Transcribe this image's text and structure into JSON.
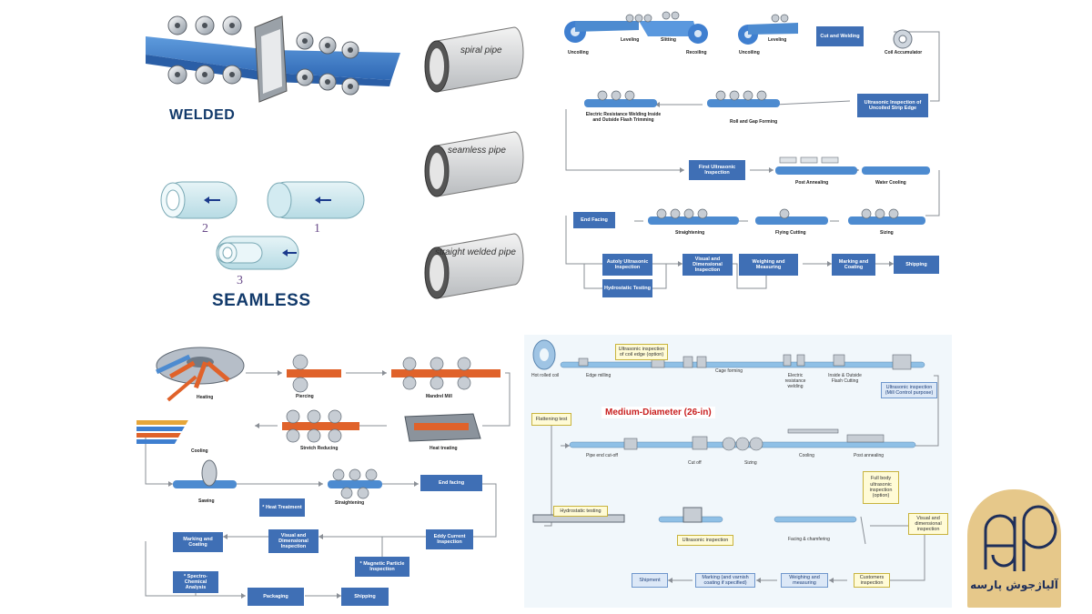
{
  "welded_seamless": {
    "welded_title": "WELDED",
    "seamless_title": "SEAMLESS",
    "num_1": "1",
    "num_2": "2",
    "num_3": "3"
  },
  "pipe_types": {
    "spiral": "spiral pipe",
    "seamless": "seamless pipe",
    "straight": "straight welded pipe"
  },
  "erw": {
    "uncoiling": "Uncoiling",
    "leveling1": "Leveling",
    "slitting": "Slitting",
    "recoiling": "Recoiling",
    "uncoiling2": "Uncoiling",
    "leveling2": "Leveling",
    "cut_welding": "Cut and Welding",
    "coil_accum": "Coil Accumulator",
    "ultra_strip": "Ultrasonic Inspection of Uncoiled Strip Edge",
    "roll_gap": "Roll and Gap Forming",
    "erw_weld": "Electric Resistance Welding Inside and Outside Flash Trimming",
    "first_ut": "First Ultrasonic Inspection",
    "post_anneal": "Post Annealing",
    "water_cool": "Water Cooling",
    "end_facing": "End Facing",
    "straighten": "Straightening",
    "flying_cut": "Flying Cutting",
    "sizing": "Sizing",
    "autoUT": "Autoly Ultrasonic Inspection",
    "hydro": "Hydrostatic Testing",
    "visual_dim": "Visual and Dimensional Inspection",
    "weigh": "Weighing and Measuring",
    "mark_coat": "Marking and Coating",
    "ship": "Shipping"
  },
  "seamless_flow": {
    "heating": "Heating",
    "piercing": "Piercing",
    "mandrel": "Mandrel Mill",
    "heat_treat": "Heat treating",
    "stretch": "Stretch Reducing",
    "cooling": "Cooling",
    "sawing": "Sawing",
    "straightening": "Straightening",
    "end_facing": "End facing",
    "eddy": "Eddy Current Inspection",
    "heat_treat2": "* Heat Treatment",
    "visual": "Visual and Dimensional Inspection",
    "marking": "Marking and Coating",
    "magnetic": "* Magnetic Particle Inspection",
    "spectro": "* Spectro-Chemical Analysis",
    "packaging": "Packaging",
    "shipping": "Shipping"
  },
  "medium": {
    "title": "Medium-Diameter (26-in)",
    "hot_coil": "Hot rolled coil",
    "edge_mill": "Edge milling",
    "ut_coil": "Ultrasonic inspection of coil edge (option)",
    "cage": "Cage forming",
    "erw": "Electric resistance welding",
    "flash": "Inside & Outside Flash Cutting",
    "ut_mill": "Ultrasonic inspection (Mill Control purpose)",
    "flattening": "Flattening test",
    "pipe_cutoff": "Pipe end cut-off",
    "cutoff": "Cut off",
    "sizing": "Sizing",
    "cooling": "Cooling",
    "post_anneal": "Post annealing",
    "hydro": "Hydrostatic testing",
    "ut": "Ultrasonic inspection",
    "facing": "Facing & chamfering",
    "fullbody": "Full body ultrasonic inspection (option)",
    "visual": "Visual and dimensional inspection",
    "shipment": "Shipment",
    "marking": "Marking (and varnish coating if specified)",
    "weighing": "Weighing and measuring",
    "customers": "Customers inspection"
  },
  "logo": {
    "text": "آلیاژجوش پارسه",
    "letters": "AJP"
  },
  "colors": {
    "blue": "#3f6fb5",
    "pipe": "#4d8bd0",
    "orange": "#e0622a",
    "gold": "#d4b06a",
    "logo_bg": "#e6c88a"
  }
}
